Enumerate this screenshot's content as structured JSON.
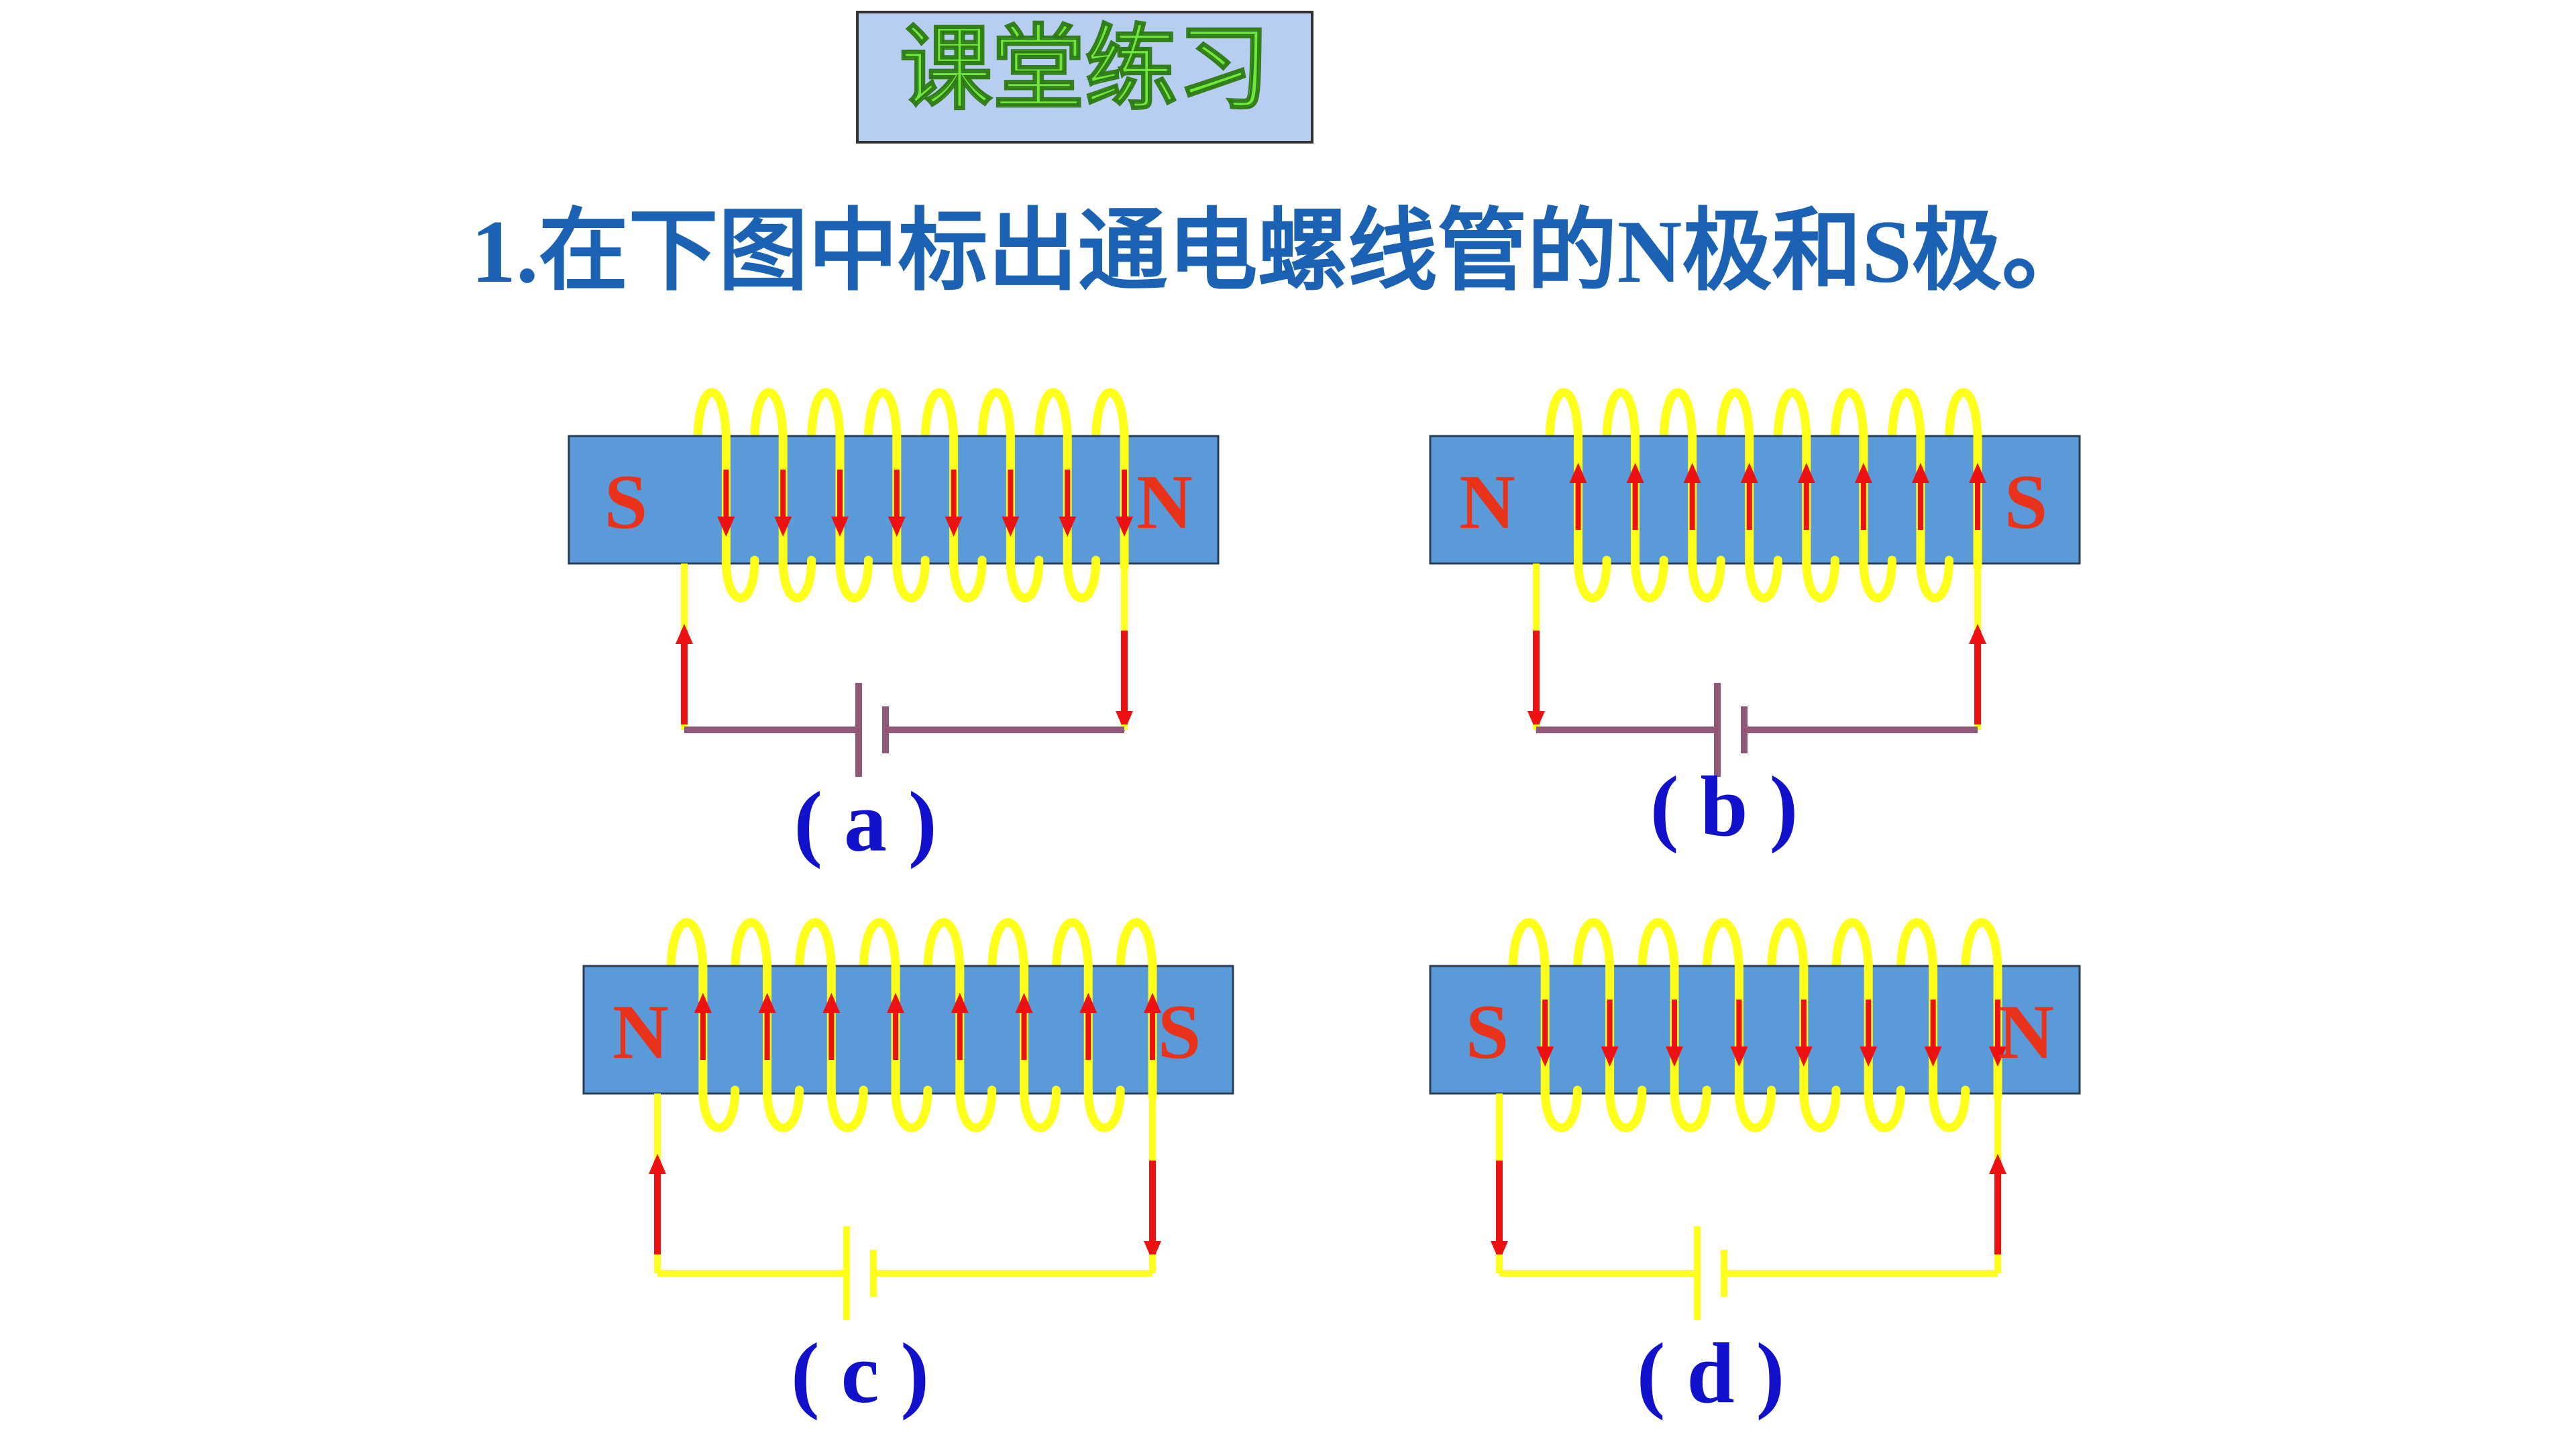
{
  "slide": {
    "heading": "课堂练习",
    "question": "1.在下图中标出通电螺线管的N极和S极。"
  },
  "colors": {
    "background": "#ffffff",
    "heading_box": "#b7cef0",
    "heading_text": "#6ee83a",
    "question_text": "#1b62b4",
    "core_fill": "#5b9ad8",
    "coil_wire": "#ffff19",
    "current_arrow": "#ee1111",
    "pole_label": "#e8331a",
    "circuit_purple": "#905878",
    "circuit_yellow": "#ffff19",
    "caption_text": "#1111cc"
  },
  "panels": [
    {
      "id": "a",
      "caption": "( a )",
      "left_pole": "S",
      "right_pole": "N",
      "coil_current": "down",
      "circuit_color": "purple"
    },
    {
      "id": "b",
      "caption": "( b )",
      "left_pole": "N",
      "right_pole": "S",
      "coil_current": "up",
      "circuit_color": "purple"
    },
    {
      "id": "c",
      "caption": "( c )",
      "left_pole": "N",
      "right_pole": "S",
      "coil_current": "up",
      "circuit_color": "yellow"
    },
    {
      "id": "d",
      "caption": "( d )",
      "left_pole": "S",
      "right_pole": "N",
      "coil_current": "down",
      "circuit_color": "yellow"
    }
  ]
}
